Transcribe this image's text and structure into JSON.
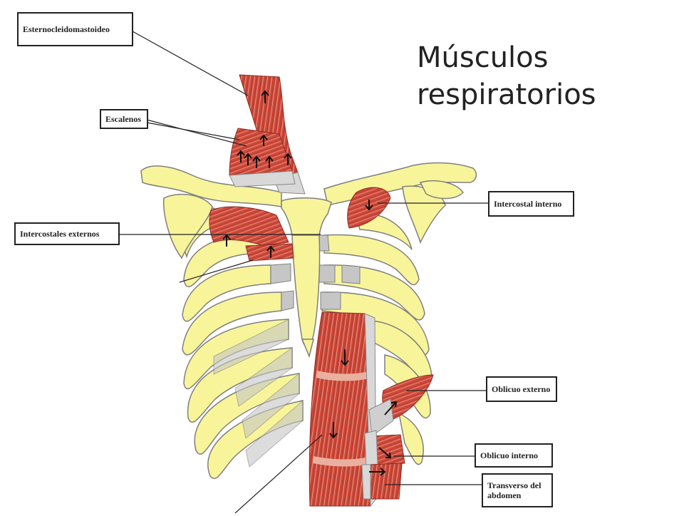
{
  "title": "Músculos respiratorios",
  "labels": {
    "esternocleidomastoideo": "Esternocleidomastoideo",
    "escalenos": "Escalenos",
    "intercostales_externos": "Intercostales externos",
    "intercostal_interno": "Intercostal interno",
    "oblicuo_externo": "Oblicuo externo",
    "oblicuo_interno": "Oblicuo interno",
    "transverso_abdomen": "Transverso del abdomen"
  },
  "colors": {
    "bone": "#f8f49a",
    "bone_outline": "#8a8a8a",
    "cartilage": "#c6c6c6",
    "muscle": "#c8463a",
    "muscle_light": "#e9a190",
    "tendon": "#d8d8d8"
  }
}
